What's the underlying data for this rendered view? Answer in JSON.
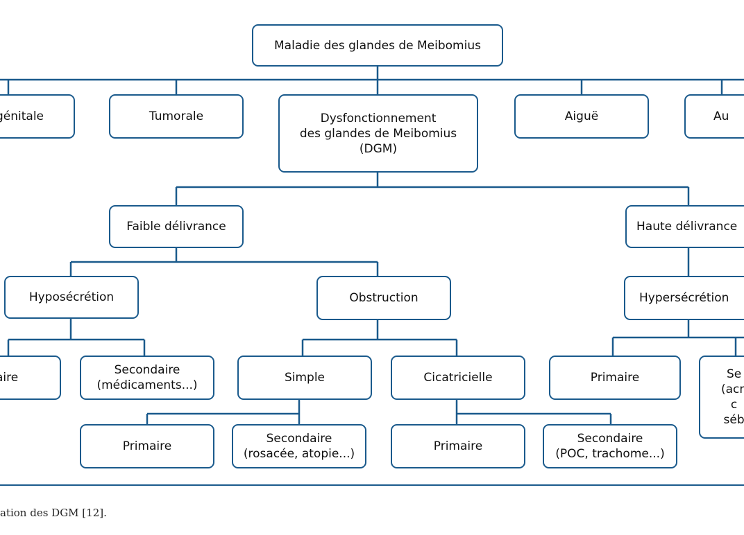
{
  "nodes": {
    "root": "Maladie des glandes de Meibomius",
    "congenitale": "génitale",
    "tumorale": "Tumorale",
    "dgm": "Dysfonctionnement\ndes glandes de Meibomius\n(DGM)",
    "aigue": "Aiguë",
    "autre": "Au",
    "faible": "Faible délivrance",
    "haute": "Haute délivrance",
    "hyposecretion": "Hyposécrétion",
    "obstruction": "Obstruction",
    "hypersecretion": "Hypersécrétion",
    "hypo_primaire": "aire",
    "hypo_secondaire": "Secondaire\n(médicaments...)",
    "simple": "Simple",
    "cicatricielle": "Cicatricielle",
    "hyper_primaire": "Primaire",
    "hyper_secondaire": "Se\n(acn\nc\nséb",
    "simple_primaire": "Primaire",
    "simple_secondaire": "Secondaire\n(rosacée, atopie...)",
    "cic_primaire": "Primaire",
    "cic_secondaire": "Secondaire\n(POC, trachome...)"
  },
  "caption": "ation des DGM [12].",
  "colors": {
    "line": "#1a5a8c",
    "text": "#111111"
  }
}
